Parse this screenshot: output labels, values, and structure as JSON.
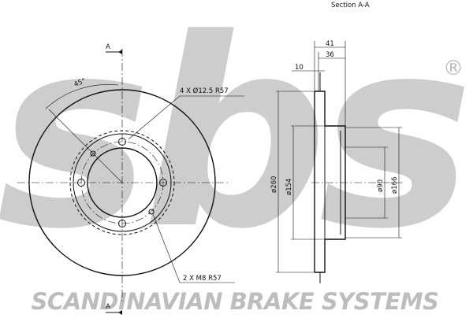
{
  "watermark": {
    "logo": "sbs",
    "registered_mark": "®",
    "company": "SCANDINAVIAN BRAKE SYSTEMS",
    "color": "#c7c7c7"
  },
  "front_view": {
    "section_marker_top": "A",
    "section_marker_bottom": "A",
    "angle_label": "45°",
    "bolt_hole_note": "4 X Ø12.5 R57",
    "thread_note": "2 X M8 R57"
  },
  "section_view": {
    "title": "Section A-A",
    "dims": {
      "total_width": "41",
      "hat_width": "36",
      "thickness": "10",
      "outer_diameter": "ø260",
      "hat_diameter": "ø154",
      "center_bore": "ø90",
      "pcd": "ø166"
    }
  }
}
